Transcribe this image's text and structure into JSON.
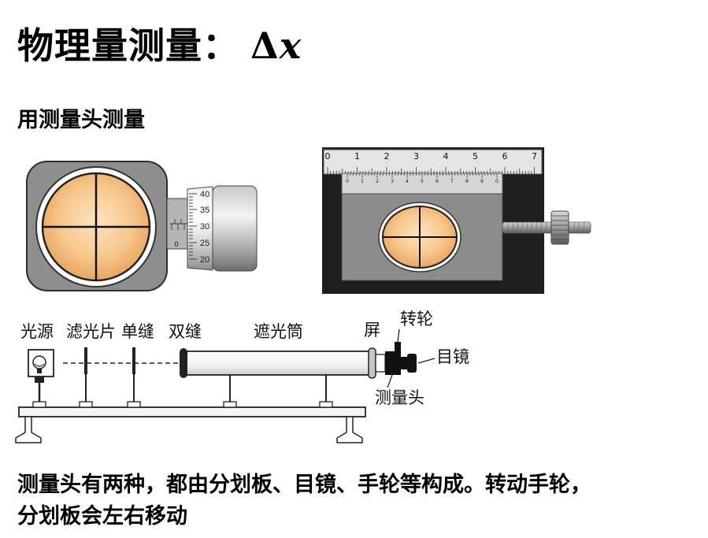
{
  "title": {
    "text": "物理量测量：",
    "delta": "Δ",
    "var": "x"
  },
  "subtitle": "用测量头测量",
  "micrometer": {
    "scale_labels": [
      "40",
      "35",
      "30",
      "25",
      "20"
    ],
    "zero_label": "0"
  },
  "vernier": {
    "main_labels": [
      "0",
      "1",
      "2",
      "3",
      "4",
      "5",
      "6",
      "7"
    ],
    "vernier_labels": [
      "0",
      "1",
      "2",
      "3",
      "4",
      "5",
      "6",
      "7",
      "8",
      "9",
      "0"
    ]
  },
  "apparatus": {
    "light_source": "光源",
    "filter": "滤光片",
    "single_slit": "单缝",
    "double_slit": "双缝",
    "hood": "遮光筒",
    "screen": "屏",
    "handwheel": "转轮",
    "eyepiece": "目镜",
    "head": "测量头"
  },
  "description": {
    "line1": "测量头有两种，都由分划板、目镜、手轮等构成。转动手轮，",
    "line2": "分划板会左右移动"
  }
}
